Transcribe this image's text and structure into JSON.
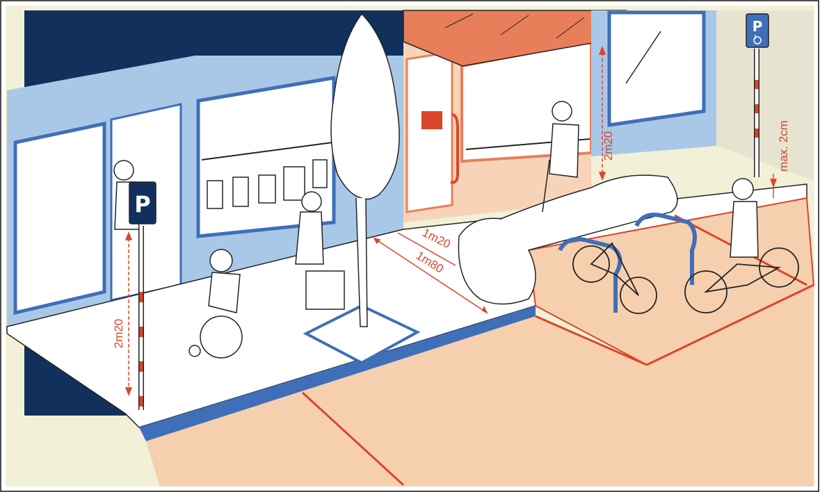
{
  "signs": {
    "parking_letter": "P",
    "disabled_parking_letter": "P",
    "disabled_parking_icon": "wheelchair-icon"
  },
  "dimensions": {
    "pole_clear_height": "2m20",
    "awning_clear_height": "2m20",
    "narrow_path_width": "1m20",
    "wide_path_width": "1m80",
    "kerb_max_height": "max. 2cm"
  },
  "colors": {
    "navy": "#12305c",
    "light_blue": "#a9c8e8",
    "accent_blue": "#3f6fb8",
    "awning_orange": "#e87f5a",
    "shop_peach": "#f7d3b7",
    "paving": "#f6cfae",
    "dimension_red": "#d9462a",
    "background_cream": "#f2f0d6"
  }
}
